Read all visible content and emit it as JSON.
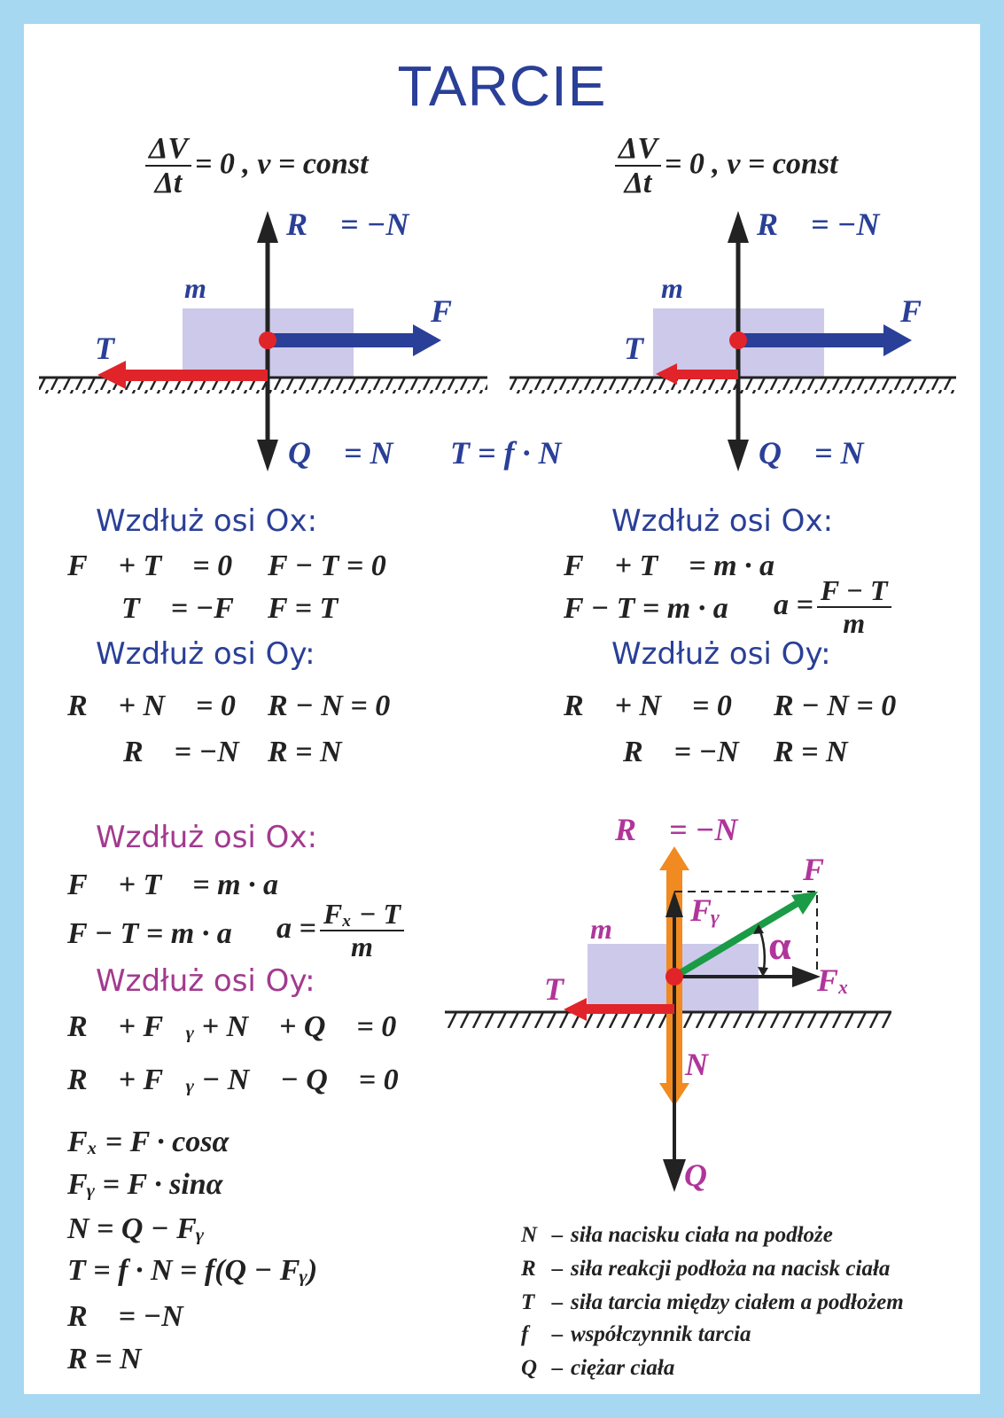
{
  "title": "TARCIE",
  "colors": {
    "frame": "#a7d8f2",
    "blue": "#2a3f97",
    "red": "#e1242a",
    "magenta": "#a23a8f",
    "orange": "#f08a21",
    "green": "#1a9b45",
    "box": "#cdc9ea"
  },
  "top_left": {
    "cond_num": "ΔV",
    "cond_den": "Δt",
    "cond_rest": "= 0 ,  v = const",
    "label_R": "R⃗ = −N⃗",
    "label_m": "m",
    "label_F": "F⃗",
    "label_T": "T⃗",
    "label_Q": "Q⃗ = N⃗"
  },
  "top_right": {
    "cond_num": "ΔV",
    "cond_den": "Δt",
    "cond_rest": "= 0 ,  v = const",
    "label_R": "R⃗ = −N⃗",
    "label_m": "m",
    "label_F": "F⃗",
    "label_T": "T⃗",
    "label_Q": "Q⃗ = N⃗"
  },
  "friction_formula": "T = f · N",
  "left_block": {
    "ox_heading": "Wzdłuż osi Ox:",
    "ox_eq1": "F⃗ + T⃗ = 0",
    "ox_eq2": "F − T = 0",
    "ox_eq3": "T⃗ = −F⃗",
    "ox_eq4": "F = T",
    "oy_heading": "Wzdłuż osi Oy:",
    "oy_eq1": "R⃗ + N⃗ = 0",
    "oy_eq2": "R − N = 0",
    "oy_eq3": "R⃗ = −N⃗",
    "oy_eq4": "R = N"
  },
  "right_block": {
    "ox_heading": "Wzdłuż osi Ox:",
    "ox_eq1": "F⃗ + T⃗ = m · a⃗",
    "ox_eq2": "F − T = m · a",
    "ox_a": "a =",
    "ox_num": "F − T",
    "ox_den": "m",
    "oy_heading": "Wzdłuż osi Oy:",
    "oy_eq1": "R⃗ + N⃗ = 0",
    "oy_eq2": "R − N = 0",
    "oy_eq3": "R⃗ = −N⃗",
    "oy_eq4": "R = N"
  },
  "bottom_block": {
    "ox_heading": "Wzdłuż osi Ox:",
    "ox_eq1": "F⃗ + T⃗ = m · a⃗",
    "ox_eq2": "F − T = m · a",
    "ox_a": "a =",
    "ox_num": "Fₓ − T",
    "ox_den": "m",
    "oy_heading": "Wzdłuż osi Oy:",
    "oy_eq1": "R⃗ + F⃗ᵧ + N⃗ + Q⃗ = 0",
    "oy_eq2": "R⃗ + F⃗ᵧ − N⃗ − Q⃗ = 0",
    "eq_fx": "Fₓ = F · cosα",
    "eq_fy": "Fᵧ = F · sinα",
    "eq_n": "N = Q − Fᵧ",
    "eq_t": "T = f · N = f(Q − Fᵧ)",
    "eq_r": "R⃗ = −N⃗",
    "eq_rn": "R = N"
  },
  "diagram3": {
    "label_R": "R⃗ = −N⃗",
    "label_F": "F⃗",
    "label_Fy": "Fᵧ",
    "label_alpha": "α",
    "label_m": "m",
    "label_T": "T⃗",
    "label_Fx": "Fₓ",
    "label_N": "N⃗",
    "label_Q": "Q⃗"
  },
  "legend": [
    {
      "sym": "N⃗",
      "text": "siła nacisku ciała na podłoże"
    },
    {
      "sym": "R⃗",
      "text": "siła reakcji podłoża na nacisk ciała"
    },
    {
      "sym": "T⃗",
      "text": "siła tarcia między ciałem a podłożem"
    },
    {
      "sym": "f",
      "text": "współczynnik tarcia"
    },
    {
      "sym": "Q⃗",
      "text": "ciężar ciała"
    }
  ]
}
